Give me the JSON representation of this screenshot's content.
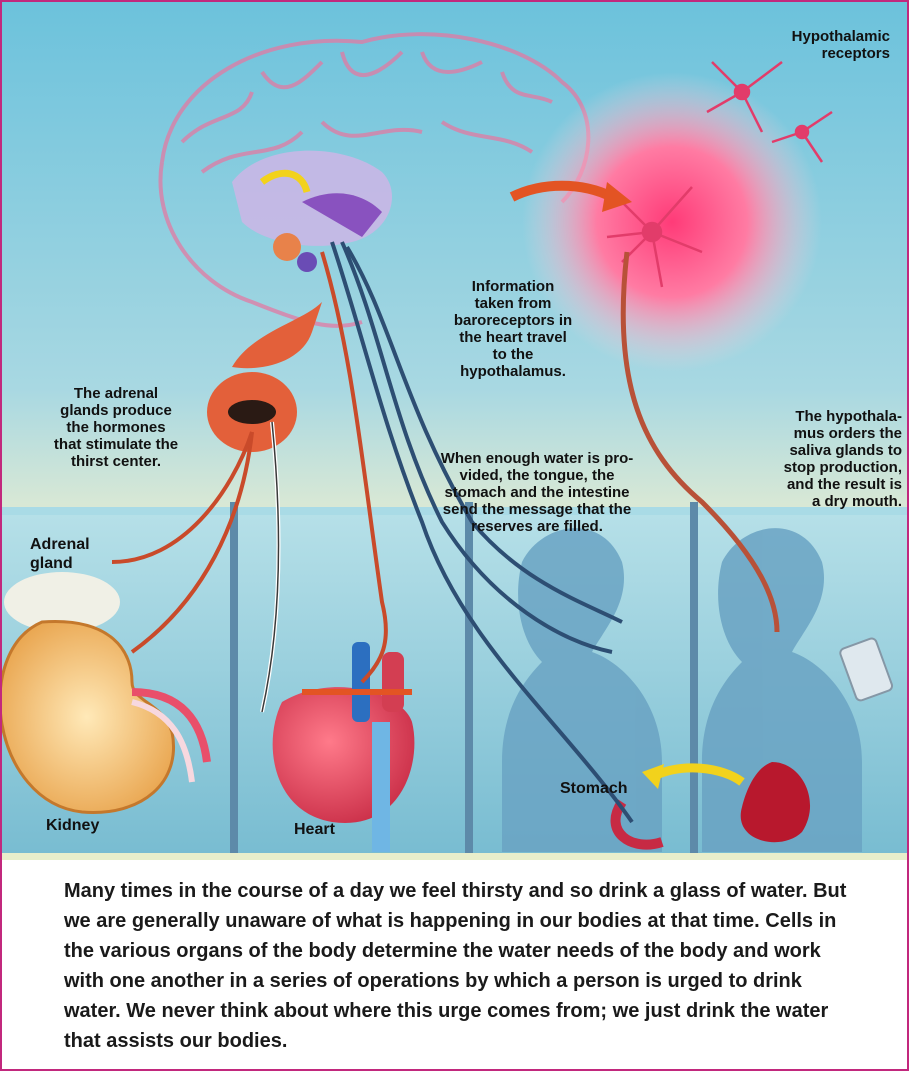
{
  "labels": {
    "hypothalamic_receptors": "Hypothalamic\nreceptors",
    "information": "Information\ntaken from\nbaroreceptors in\nthe heart travel\nto the\nhypothalamus.",
    "adrenal_glands_produce": "The adrenal\nglands produce\nthe hormones\nthat stimulate the\nthirst center.",
    "enough_water": "When enough water is pro-\nvided, the tongue, the\nstomach and the intestine\nsend the message that the\nreserves are filled.",
    "hypothalamus_orders": "The hypothala-\nmus orders the\nsaliva glands to\nstop production,\nand the result is\na dry mouth.",
    "adrenal_gland": "Adrenal\ngland",
    "kidney": "Kidney",
    "heart": "Heart",
    "stomach": "Stomach"
  },
  "caption": "Many times in the course of a day we feel thirsty and so drink a glass of water. But we are generally unaware of what is happening in our bodies at that time. Cells in the various organs of the body determine the water needs of the body and work with one another in a series of operations by which a person is urged to drink water. We never think about where this urge comes from; we just drink the water that assists our bodies.",
  "colors": {
    "border": "#c2287d",
    "sky_top": "#6fc3dc",
    "sky_bottom": "#cfe6d8",
    "nerve_red": "#c94a2a",
    "nerve_blue": "#2d4e73",
    "panel_blue": "#8ec9d9"
  }
}
